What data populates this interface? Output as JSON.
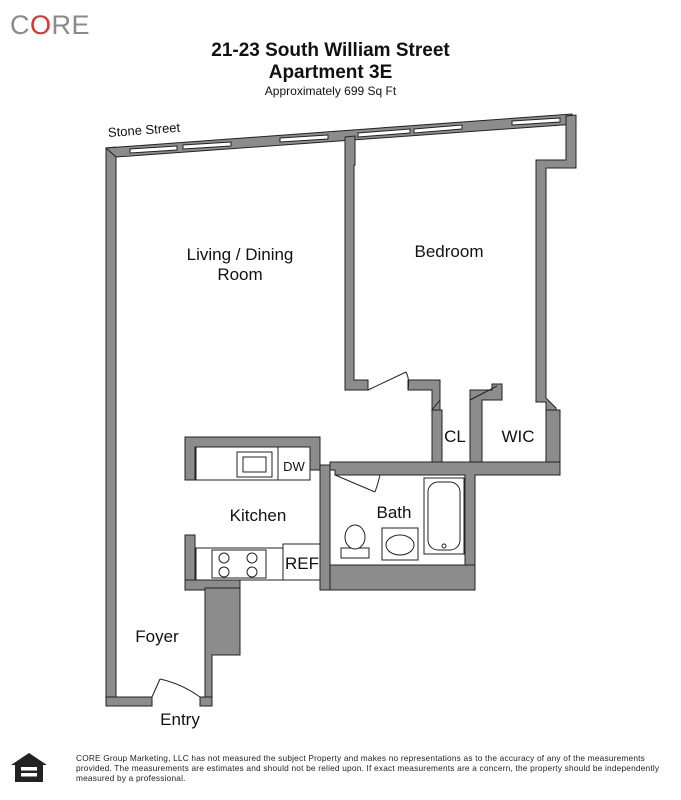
{
  "brand": {
    "logo_prefix": "C",
    "logo_accent": "O",
    "logo_suffix": "RE",
    "accent_color": "#e0322b",
    "text_color": "#8a8a8a"
  },
  "header": {
    "address": "21-23 South William Street",
    "unit": "Apartment 3E",
    "size": "Approximately 699 Sq Ft"
  },
  "plan": {
    "street": "Stone Street",
    "rooms": {
      "living_line1": "Living / Dining",
      "living_line2": "Room",
      "bedroom": "Bedroom",
      "closet": "CL",
      "walk_in_closet": "WIC",
      "kitchen": "Kitchen",
      "bath": "Bath",
      "dishwasher": "DW",
      "refrigerator": "REF",
      "foyer": "Foyer",
      "entry": "Entry"
    },
    "wall_color": "#8c8c8c"
  },
  "footer": {
    "disclaimer": "CORE Group Marketing, LLC has not measured the subject Property and makes no representations as to the accuracy of any of the measurements provided. The measurements are estimates and should not be relied upon. If exact measurements are a concern, the property should be independently measured by a professional."
  }
}
